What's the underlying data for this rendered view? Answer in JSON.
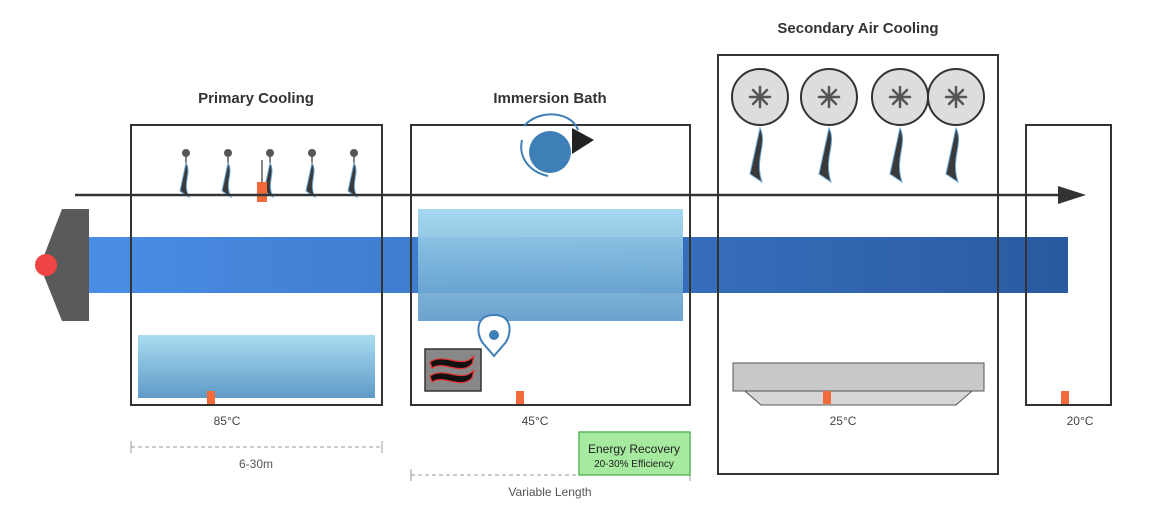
{
  "sections": {
    "primary": {
      "title": "Primary Cooling",
      "temp": "85°C",
      "dimension": "6-30m"
    },
    "immersion": {
      "title": "Immersion Bath",
      "temp": "45°C",
      "dimension": "Variable Length"
    },
    "secondary": {
      "title": "Secondary Air Cooling",
      "temp": "25°C"
    },
    "final": {
      "temp": "20°C"
    }
  },
  "energy_recovery": {
    "title": "Energy Recovery",
    "subtitle": "20-30% Efficiency"
  },
  "colors": {
    "conduit_start": "#4a8ee6",
    "conduit_end": "#2a5aa0",
    "sensor": "#f26a3a",
    "water_top": "#a8dcf0",
    "water_bottom": "#5f9ac8",
    "energy_bg": "#a6eaa0",
    "energy_border": "#5cb85c",
    "die_head": "#5a5a5a",
    "die_dot": "#f04444"
  },
  "icons": {
    "spray_nozzle": "spray-nozzle-icon",
    "fan": "fan-icon",
    "pump": "pump-icon",
    "heat_exchanger": "heat-exchanger-icon",
    "flow_arrow": "arrow-right-icon"
  }
}
